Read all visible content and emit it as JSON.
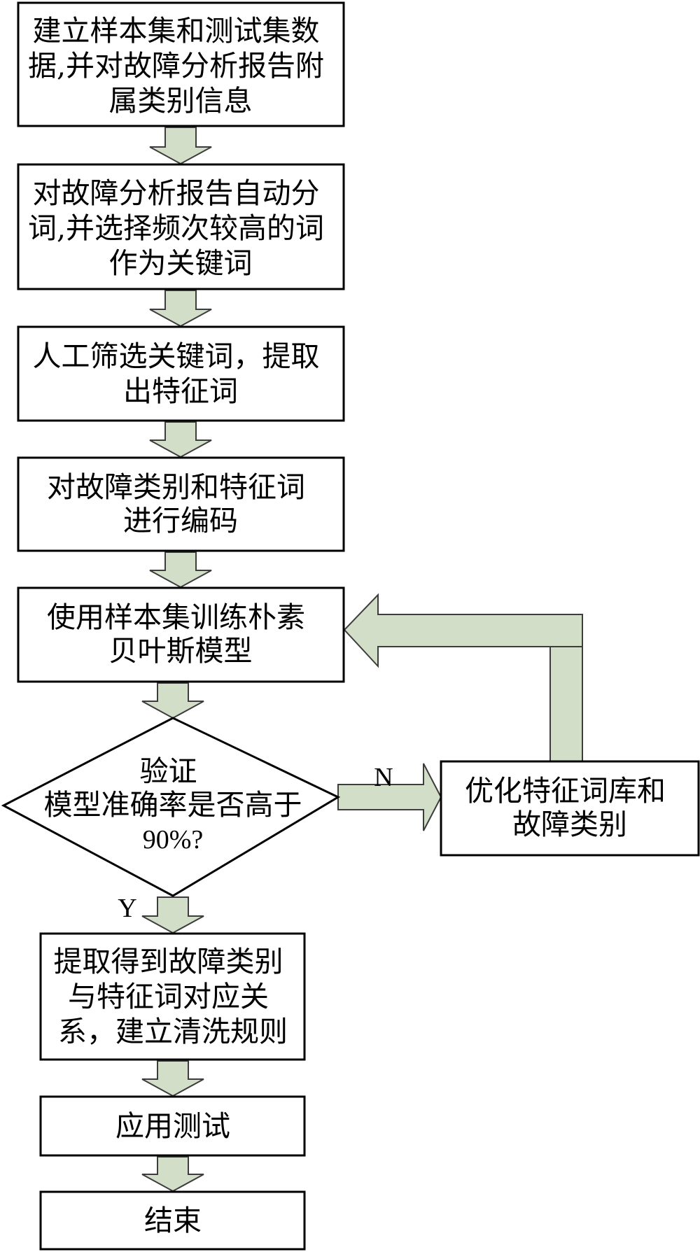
{
  "colors": {
    "box_stroke": "#000000",
    "box_fill": "#ffffff",
    "arrow_fill": "#d3dec8",
    "arrow_stroke": "#3d3d3d"
  },
  "steps": [
    {
      "id": "build-dataset",
      "lines": [
        "建立样本集和测试集数",
        "据,并对故障分析报告附",
        "属类别信息"
      ]
    },
    {
      "id": "segment-keywords",
      "lines": [
        "对故障分析报告自动分",
        "词,并选择频次较高的词",
        "作为关键词"
      ]
    },
    {
      "id": "screen-features",
      "lines": [
        "人工筛选关键词，提取",
        "出特征词"
      ]
    },
    {
      "id": "encode",
      "lines": [
        "对故障类别和特征词",
        "进行编码"
      ]
    },
    {
      "id": "train-model",
      "lines": [
        "使用样本集训练朴素",
        "贝叶斯模型"
      ]
    }
  ],
  "decision": {
    "id": "accuracy-check",
    "lines": [
      "验证",
      "模型准确率是否高于",
      "90%?"
    ]
  },
  "branch": {
    "id": "optimize",
    "lines": [
      "优化特征词库和",
      "故障类别"
    ]
  },
  "edge_labels": {
    "no": "N",
    "yes": "Y"
  },
  "after": [
    {
      "id": "extract-rules",
      "lines": [
        "提取得到故障类别",
        "与特征词对应关",
        "系，建立清洗规则"
      ]
    },
    {
      "id": "apply-test",
      "lines": [
        "应用测试"
      ]
    },
    {
      "id": "end",
      "lines": [
        "结束"
      ]
    }
  ]
}
